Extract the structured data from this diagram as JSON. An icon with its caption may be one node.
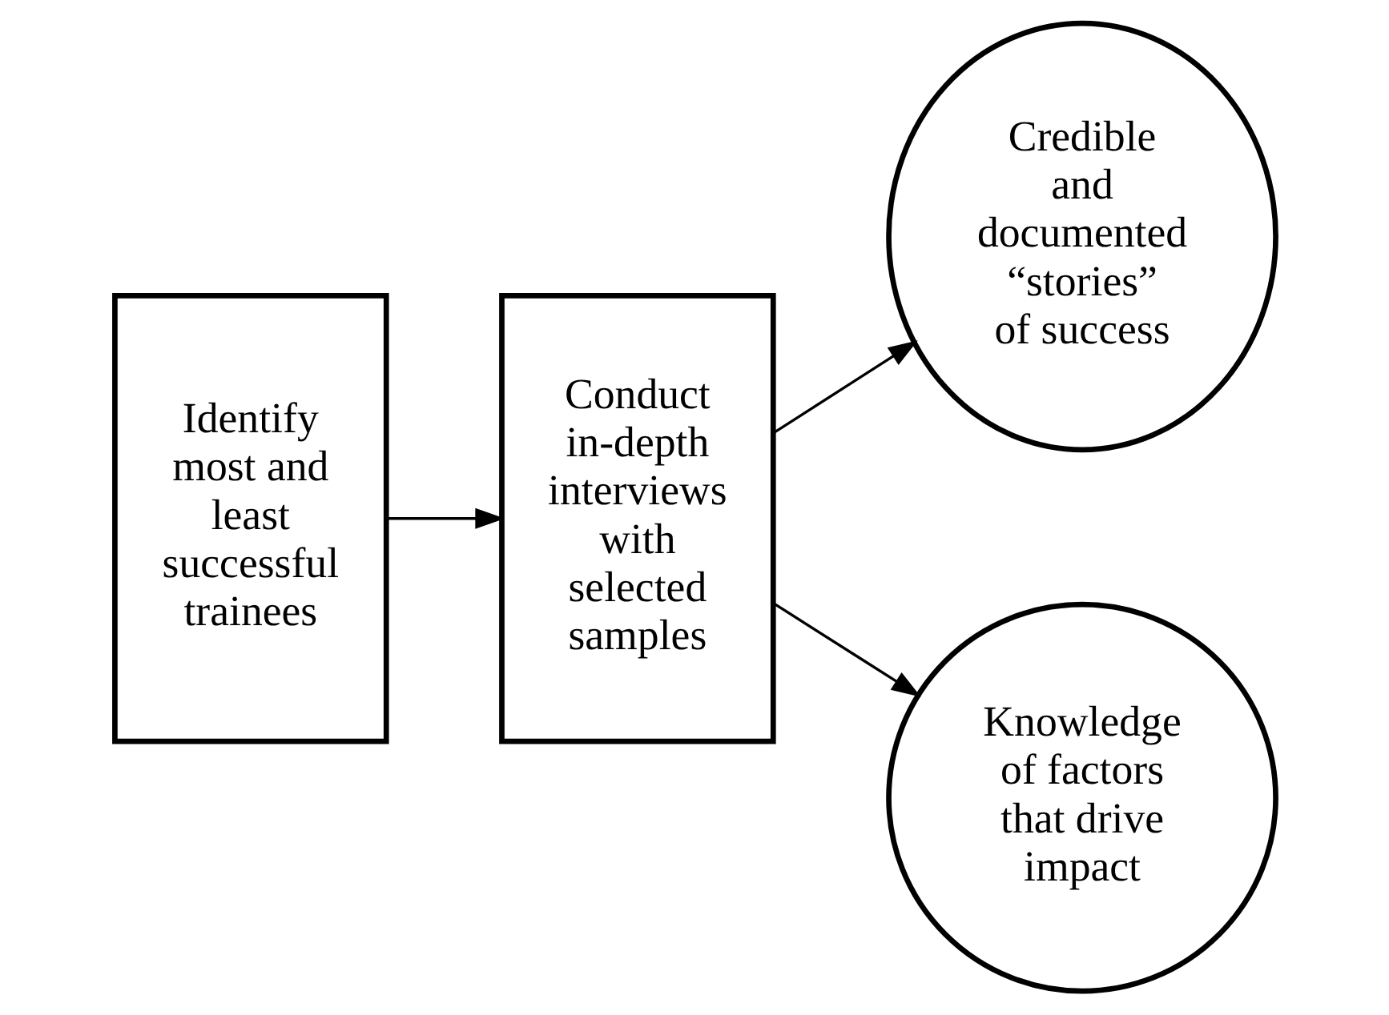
{
  "diagram": {
    "nodes": [
      {
        "text": [
          "Identify most and least successful trainees"
        ]
      },
      {
        "text": [
          "Conduct in-depth interviews with selected samples"
        ]
      },
      {
        "text": [
          "Credible and documented “stories” of success"
        ]
      },
      {
        "text": [
          "Knowledge of factors that drive impact"
        ]
      }
    ],
    "edges": [
      {
        "from": 0,
        "to": 1,
        "arrow": "to"
      },
      {
        "from": 1,
        "to": 2,
        "arrow": "to"
      },
      {
        "from": 1,
        "to": 3,
        "arrow": "to"
      }
    ]
  }
}
